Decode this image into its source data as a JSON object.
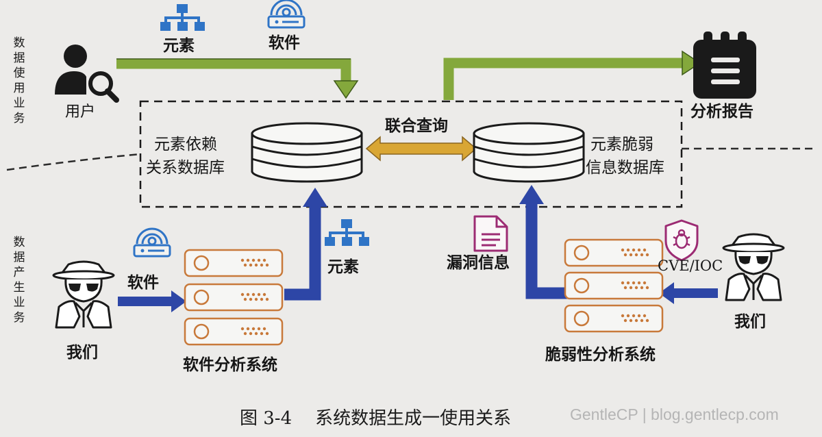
{
  "sections": {
    "top_label": "数据使用业务",
    "bottom_label": "数据产生业务"
  },
  "labels": {
    "user": "用户",
    "element_top": "元素",
    "software_top": "软件",
    "report": "分析报告",
    "element_db_line1": "元素依赖",
    "element_db_line2": "关系数据库",
    "joint_query": "联合查询",
    "vuln_db_line1": "元素脆弱",
    "vuln_db_line2": "信息数据库",
    "software_left": "软件",
    "we_left": "我们",
    "software_system": "软件分析系统",
    "element_mid": "元素",
    "vuln_info": "漏洞信息",
    "cve_ioc": "CVE/IOC",
    "we_right": "我们",
    "vuln_system": "脆弱性分析系统"
  },
  "caption": {
    "figure_no": "图 3-4",
    "title": "系统数据生成一使用关系"
  },
  "watermark": "GentleCP | blog.gentlecp.com",
  "colors": {
    "green_arrow": "#84a83c",
    "blue_arrow": "#2d46a6",
    "gold_arrow": "#d9a634",
    "icon_blue": "#2f74c6",
    "icon_purple": "#9c2b73",
    "server_orange": "#c8793a"
  }
}
